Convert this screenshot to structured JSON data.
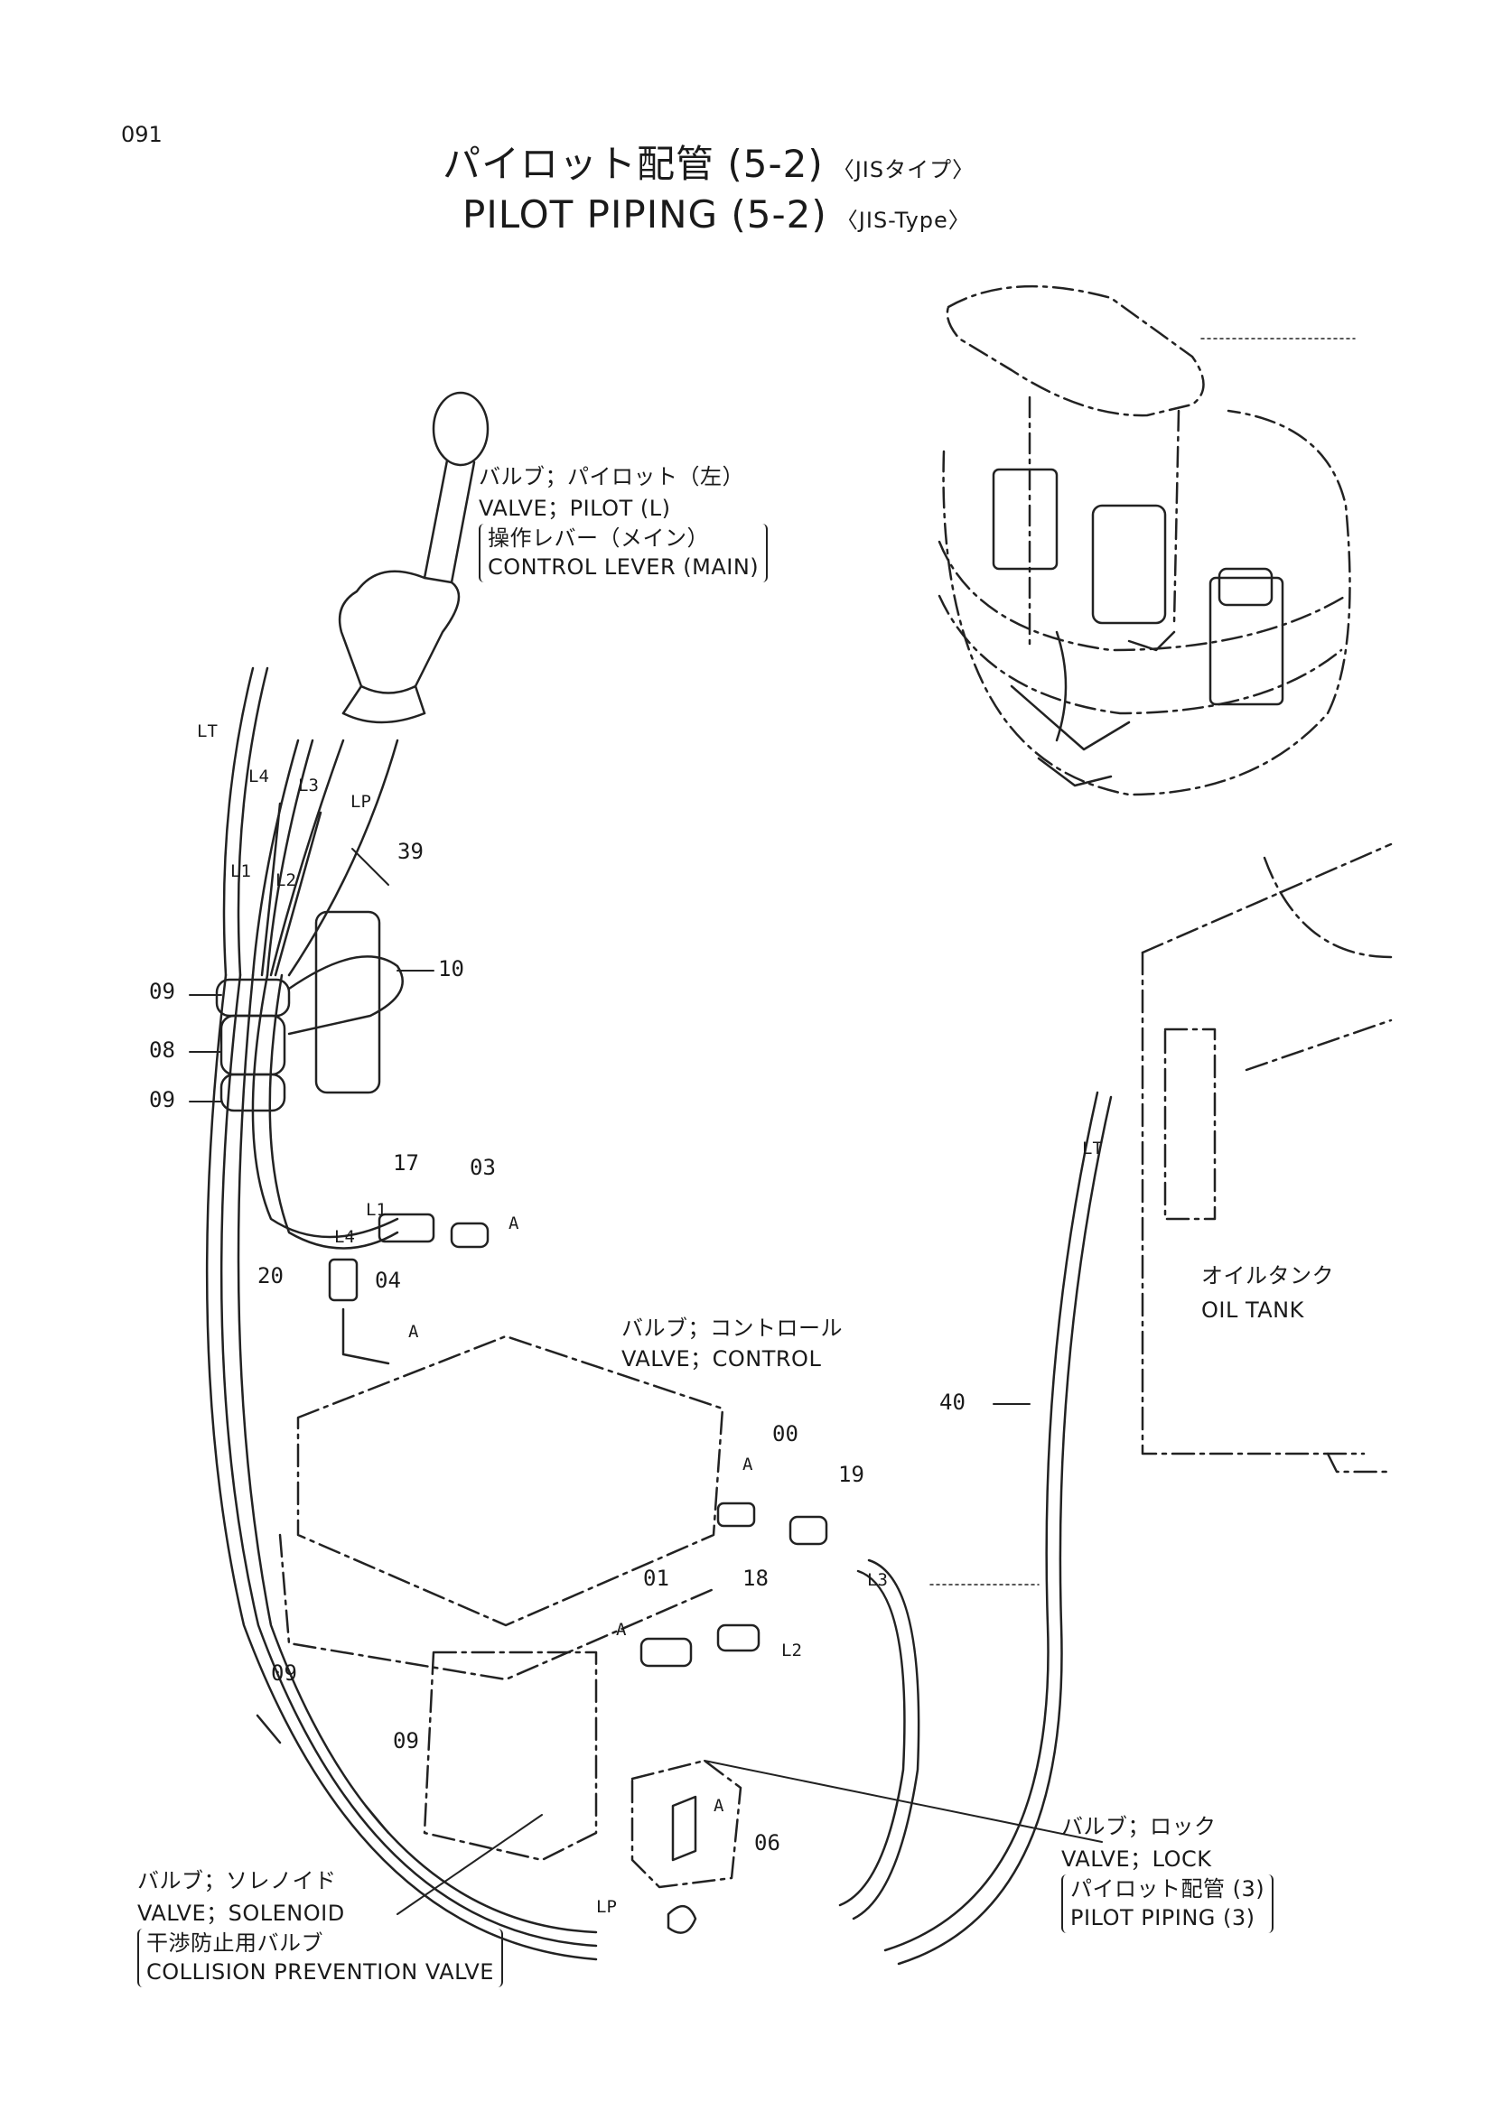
{
  "page_number": "091",
  "title": {
    "jp": "パイロット配管 (5-2)",
    "jp_tag": "〈JISタイプ〉",
    "en": "PILOT PIPING (5-2)",
    "en_tag": "〈JIS-Type〉"
  },
  "callouts": {
    "valve_pilot": {
      "jp": "バルブ；パイロット（左）",
      "en": "VALVE；PILOT (L)",
      "sub_jp": "操作レバー（メイン）",
      "sub_en": "CONTROL LEVER (MAIN)"
    },
    "valve_control": {
      "jp": "バルブ；コントロール",
      "en": "VALVE；CONTROL"
    },
    "oil_tank": {
      "jp": "オイルタンク",
      "en": "OIL TANK"
    },
    "valve_lock": {
      "jp": "バルブ；ロック",
      "en": "VALVE；LOCK",
      "sub_jp": "パイロット配管 (3)",
      "sub_en": "PILOT PIPING (3)"
    },
    "valve_solenoid": {
      "jp": "バルブ；ソレノイド",
      "en": "VALVE；SOLENOID",
      "sub_jp": "干渉防止用バルブ",
      "sub_en": "COLLISION PREVENTION VALVE"
    }
  },
  "part_numbers": {
    "p39": "39",
    "p10": "10",
    "p09a": "09",
    "p08": "08",
    "p09b": "09",
    "p17": "17",
    "p03": "03",
    "p20": "20",
    "p04": "04",
    "p40": "40",
    "p00": "00",
    "p19": "19",
    "p01": "01",
    "p18": "18",
    "p09c": "09",
    "p09d": "09",
    "p06": "06"
  },
  "port_labels": {
    "lt1": "LT",
    "l4": "L4",
    "l3": "L3",
    "lp1": "LP",
    "l1": "L1",
    "l2": "L2",
    "l1b": "L1",
    "l4b": "L4",
    "lt2": "LT",
    "l3b": "L3",
    "l2b": "L2",
    "lp2": "LP"
  },
  "detail_markers": {
    "a1": "A",
    "a2": "A",
    "a3": "A",
    "a4": "A",
    "a5": "A"
  }
}
